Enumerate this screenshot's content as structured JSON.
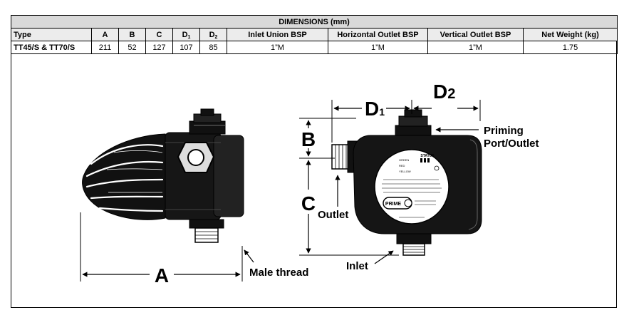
{
  "table": {
    "title": "DIMENSIONS (mm)",
    "headers": {
      "type": "Type",
      "a": "A",
      "b": "B",
      "c": "C",
      "d1_main": "D",
      "d1_sub": "1",
      "d2_main": "D",
      "d2_sub": "2",
      "inlet": "Inlet Union BSP",
      "horizontal": "Horizontal Outlet BSP",
      "vertical": "Vertical Outlet BSP",
      "weight": "Net Weight (kg)"
    },
    "row": {
      "type": "TT45/S & TT70/S",
      "a": "211",
      "b": "52",
      "c": "127",
      "d1": "107",
      "d2": "85",
      "inlet": "1”M",
      "horizontal": "1”M",
      "vertical": "1”M",
      "weight": "1.75"
    }
  },
  "diagram": {
    "label_a": "A",
    "label_b": "B",
    "label_c": "C",
    "label_d1_main": "D",
    "label_d1_sub": "1",
    "label_d2_main": "D",
    "label_d2_sub": "2",
    "male_thread": "Male thread",
    "outlet": "Outlet",
    "inlet": "Inlet",
    "priming_line1": "Priming",
    "priming_line2": "Port/Outlet",
    "panel": {
      "status": "STATUS",
      "green": "GREEN",
      "red": "RED",
      "yellow": "YELLOW",
      "prime": "PRIME"
    }
  }
}
